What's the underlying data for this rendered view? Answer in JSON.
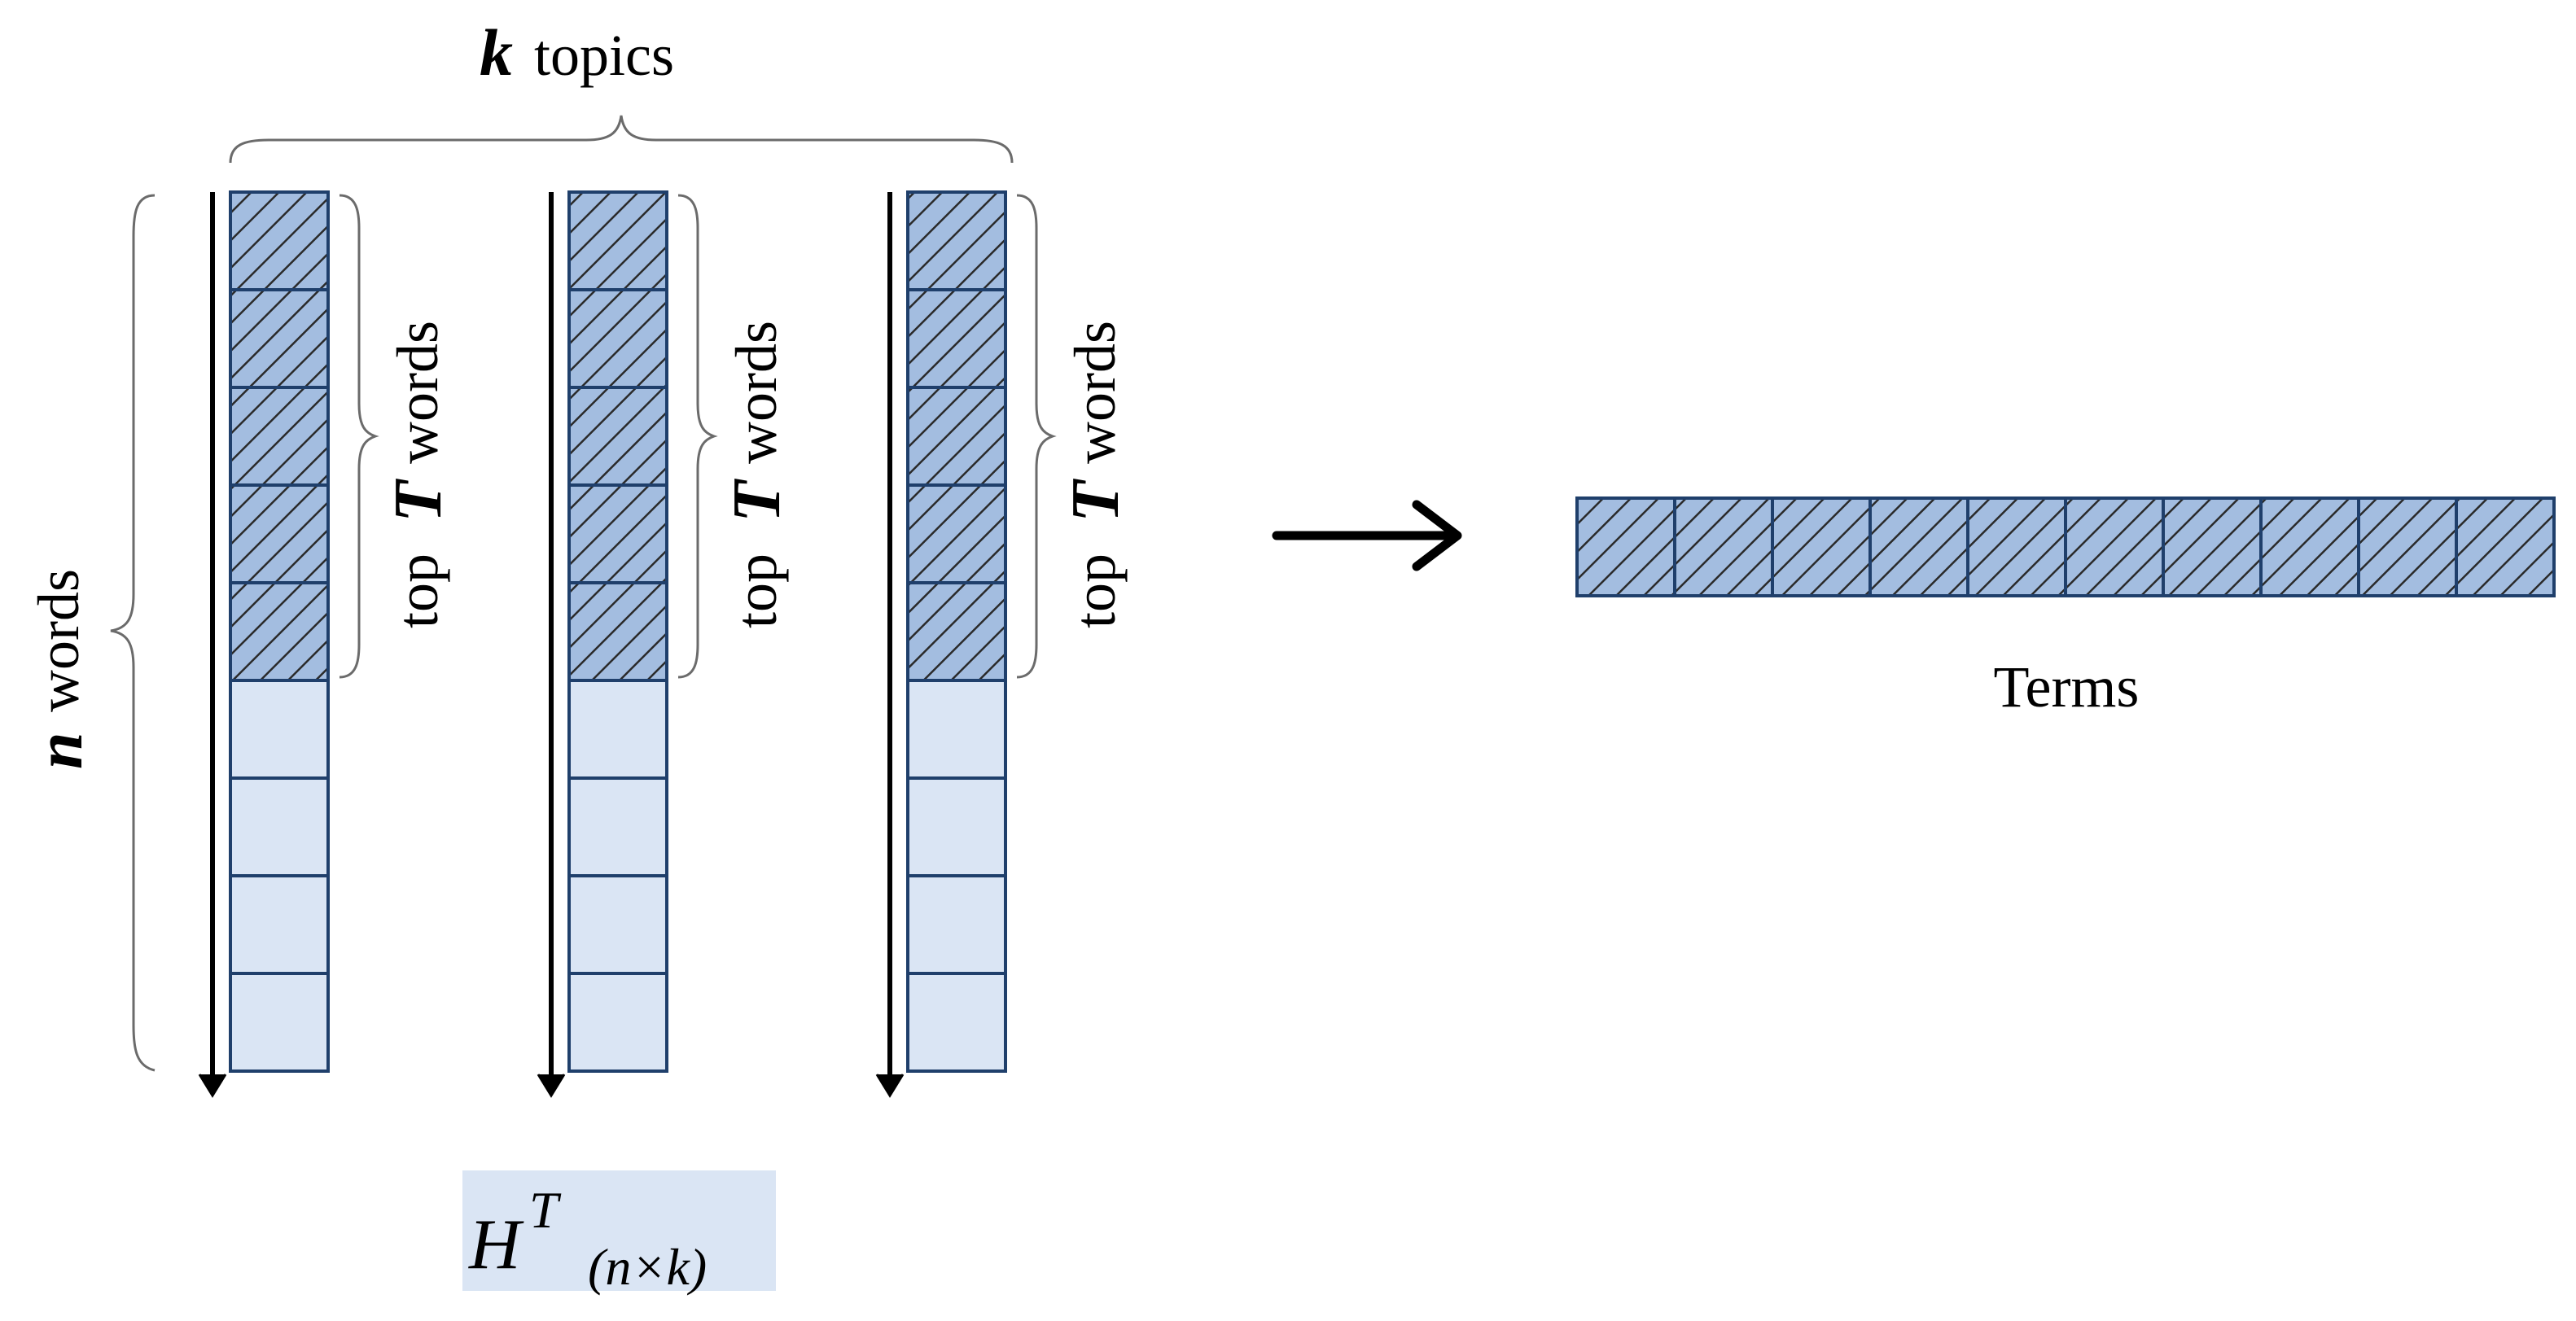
{
  "labels": {
    "k_symbol": "k",
    "topics": "topics",
    "n_symbol": "n",
    "words": "words",
    "top": "top",
    "T_symbol": "T",
    "terms": "Terms",
    "matrix_base": "H",
    "matrix_sup": "T",
    "matrix_sub": "(n×k)"
  },
  "columns": {
    "count": 3,
    "cells_per_column": 9,
    "top_words_count": 5
  },
  "terms": {
    "cell_count": 10
  },
  "colors": {
    "cell_fill": "#dae5f4",
    "hatch_fill": "#a3bde0",
    "cell_stroke": "#1f3f6b",
    "hatch_line": "#2a2a2a",
    "matrix_label_bg": "#dae5f4",
    "brace": "#6b6b6b",
    "arrow": "#000000"
  }
}
